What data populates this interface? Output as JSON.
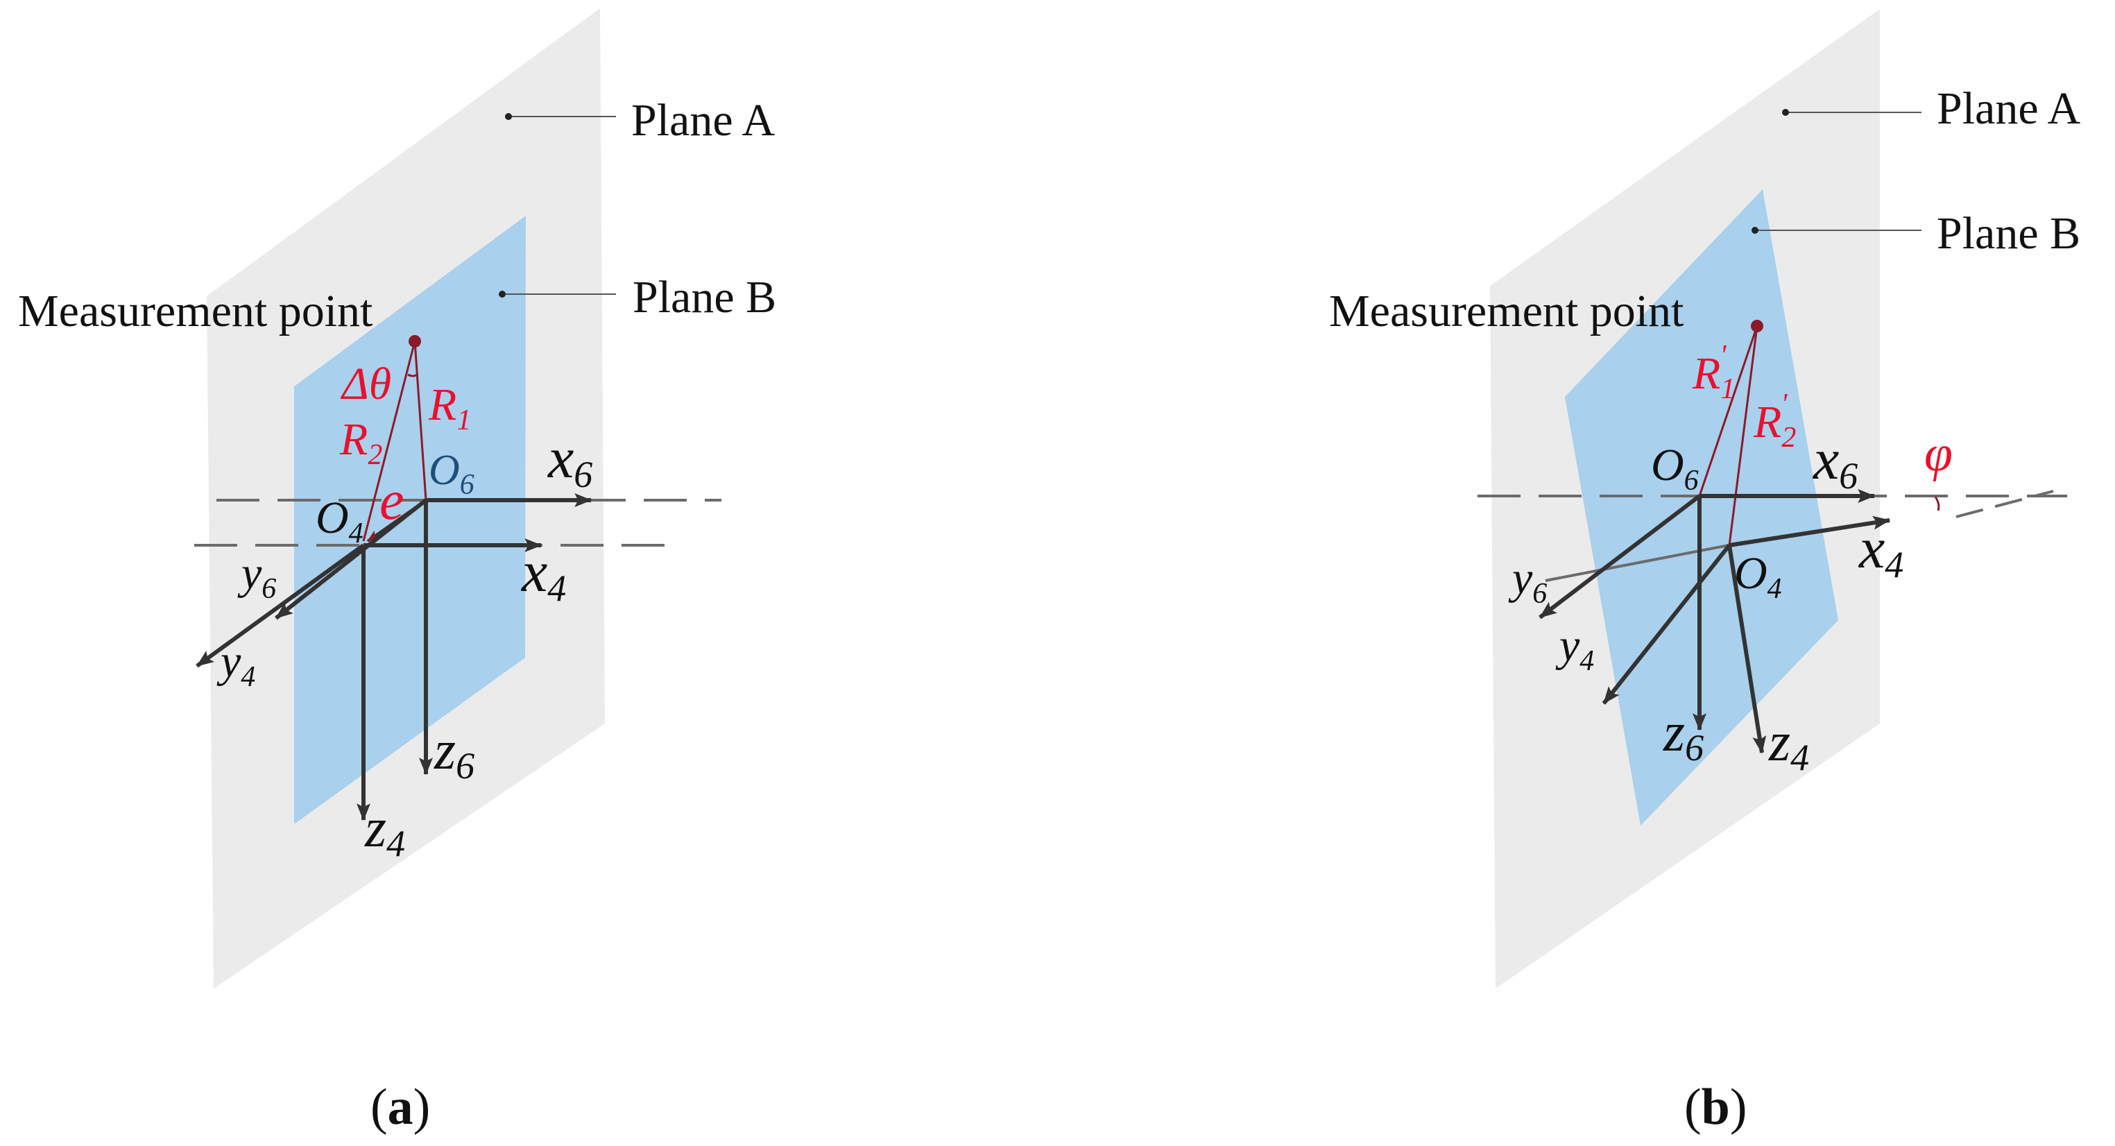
{
  "panel_a": {
    "plane_a_label": "Plane A",
    "plane_b_label": "Plane B",
    "measurement_label": "Measurement point",
    "delta_theta": "Δθ",
    "r1": {
      "main": "R",
      "sub": "1"
    },
    "r2": {
      "main": "R",
      "sub": "2"
    },
    "e": "e",
    "o6": {
      "main": "O",
      "sub": "6"
    },
    "o4": {
      "main": "O",
      "sub": "4"
    },
    "x6": {
      "main": "x",
      "sub": "6"
    },
    "x4": {
      "main": "x",
      "sub": "4"
    },
    "y6": {
      "main": "y",
      "sub": "6"
    },
    "y4": {
      "main": "y",
      "sub": "4"
    },
    "z6": {
      "main": "z",
      "sub": "6"
    },
    "z4": {
      "main": "z",
      "sub": "4"
    },
    "caption": {
      "open": "(",
      "letter": "a",
      "close": ")"
    }
  },
  "panel_b": {
    "plane_a_label": "Plane A",
    "plane_b_label": "Plane B",
    "measurement_label": "Measurement point",
    "r1p": {
      "main": "R",
      "sub": "1",
      "prime": "'"
    },
    "r2p": {
      "main": "R",
      "sub": "2",
      "prime": "'"
    },
    "phi": "φ",
    "o6": {
      "main": "O",
      "sub": "6"
    },
    "o4": {
      "main": "O",
      "sub": "4"
    },
    "x6": {
      "main": "x",
      "sub": "6"
    },
    "x4": {
      "main": "x",
      "sub": "4"
    },
    "y6": {
      "main": "y",
      "sub": "6"
    },
    "y4": {
      "main": "y",
      "sub": "4"
    },
    "z6": {
      "main": "z",
      "sub": "6"
    },
    "z4": {
      "main": "z",
      "sub": "4"
    },
    "caption": {
      "open": "(",
      "letter": "b",
      "close": ")"
    }
  },
  "colors": {
    "plane_a": "#ebebeb",
    "plane_b": "#a9d0ec",
    "axis": "#333333",
    "red_label": "#e8112d",
    "radius_line": "#8b1a2b"
  }
}
